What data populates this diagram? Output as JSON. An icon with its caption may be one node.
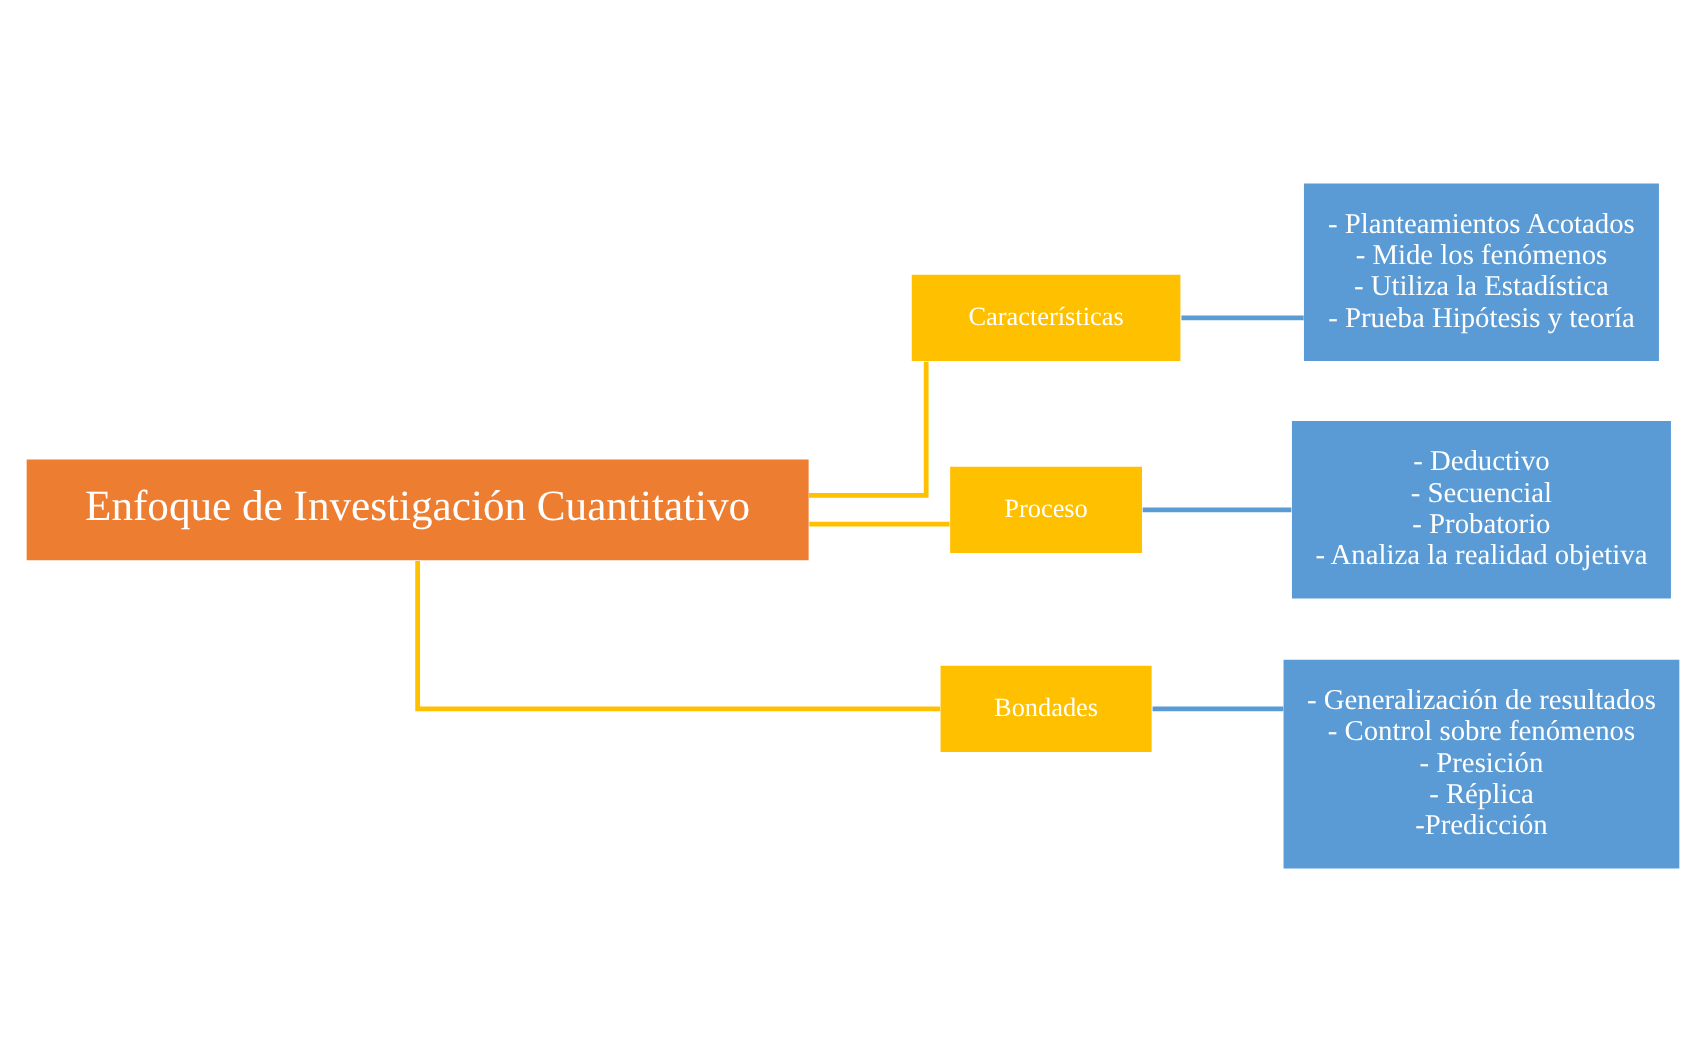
{
  "diagram": {
    "nodes": [
      {
        "text": [
          "Enfoque de Investigación Cuantitativo"
        ]
      },
      {
        "text": [
          "Características"
        ]
      },
      {
        "text": [
          "- Planteamientos Acotados",
          "- Mide los fenómenos",
          "- Utiliza la Estadística",
          "- Prueba Hipótesis y teoría"
        ]
      },
      {
        "text": [
          "Proceso"
        ]
      },
      {
        "text": [
          "- Deductivo",
          "- Secuencial",
          "- Probatorio",
          "- Analiza la realidad objetiva"
        ]
      },
      {
        "text": [
          "Bondades"
        ]
      },
      {
        "text": [
          "- Generalización de resultados",
          "- Control sobre fenómenos",
          "- Presición",
          "- Réplica",
          "-Predicción"
        ]
      }
    ],
    "edges": [
      {
        "from": 0,
        "to": 1,
        "arrow": "none",
        "color": "#ffc000"
      },
      {
        "from": 0,
        "to": 3,
        "arrow": "none",
        "color": "#ffc000"
      },
      {
        "from": 0,
        "to": 5,
        "arrow": "none",
        "color": "#ffc000"
      },
      {
        "from": 1,
        "to": 2,
        "arrow": "none",
        "color": "#5b9bd5"
      },
      {
        "from": 3,
        "to": 4,
        "arrow": "none",
        "color": "#5b9bd5"
      },
      {
        "from": 5,
        "to": 6,
        "arrow": "none",
        "color": "#5b9bd5"
      }
    ]
  }
}
